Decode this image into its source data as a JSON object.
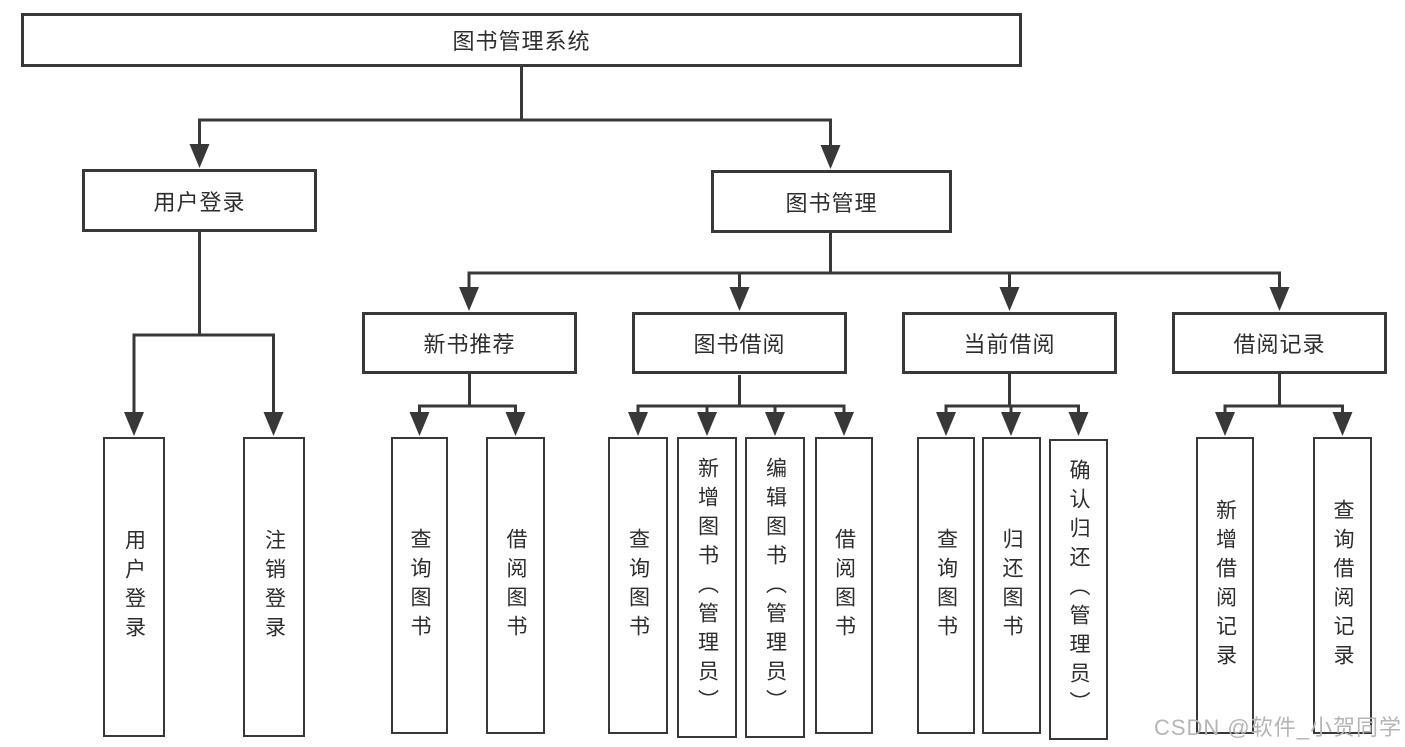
{
  "nodes": {
    "root": "图书管理系统",
    "level2": [
      "用户登录",
      "图书管理"
    ],
    "level3": [
      "新书推荐",
      "图书借阅",
      "当前借阅",
      "借阅记录"
    ],
    "user_leaves": [
      "用户登录",
      "注销登录"
    ],
    "recommend_leaves": [
      "查询图书",
      "借阅图书"
    ],
    "borrow_leaves": [
      "查询图书",
      "新增图书（管理员）",
      "编辑图书（管理员）",
      "借阅图书"
    ],
    "current_leaves": [
      "查询图书",
      "归还图书",
      "确认归还（管理员）"
    ],
    "record_leaves": [
      "新增借阅记录",
      "查询借阅记录"
    ]
  },
  "watermark": "CSDN @软件_小贺同学",
  "colors": {
    "line": "#383838",
    "text": "#2d2d2d",
    "background": "#ffffff",
    "watermark": "#b5b5b5"
  }
}
